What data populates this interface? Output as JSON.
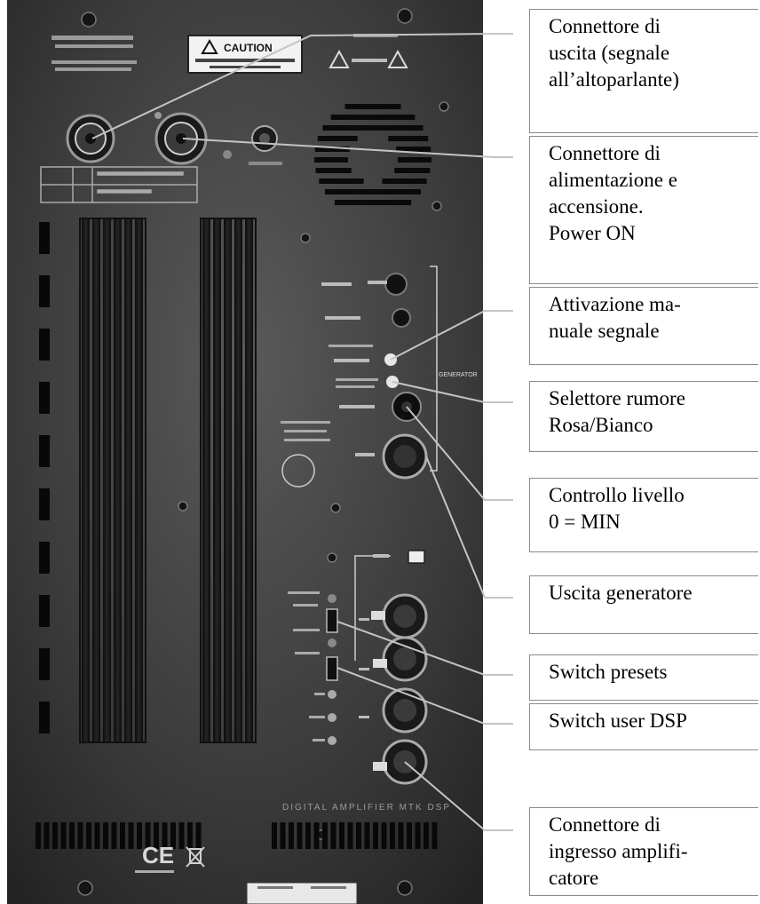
{
  "panel": {
    "caution_label": "CAUTION",
    "brand_label": "DIGITAL AMPLIFIER MTK DSP",
    "ce_mark": "CE",
    "generator_label": "GENERATOR"
  },
  "callouts": [
    {
      "lines": [
        "Connettore di",
        "uscita (segnale",
        "all’altoparlante)"
      ]
    },
    {
      "lines": [
        "Connettore di",
        "alimentazione e",
        "accensione.",
        "Power ON"
      ]
    },
    {
      "lines": [
        "Attivazione ma-",
        "nuale segnale"
      ]
    },
    {
      "lines": [
        "Selettore rumore",
        "Rosa/Bianco"
      ]
    },
    {
      "lines": [
        "Controllo livello",
        "0 = MIN"
      ]
    },
    {
      "lines": [
        "Uscita generatore"
      ]
    },
    {
      "lines": [
        "Switch presets"
      ]
    },
    {
      "lines": [
        "Switch user DSP"
      ]
    },
    {
      "lines": [
        "Connettore di",
        "ingresso amplifi-",
        "catore"
      ]
    }
  ],
  "colors": {
    "panel_dark": "#2e2e2e",
    "panel_mid": "#4a4a4a",
    "leader": "#bdbdbd",
    "box_border": "#8a8a8a"
  }
}
